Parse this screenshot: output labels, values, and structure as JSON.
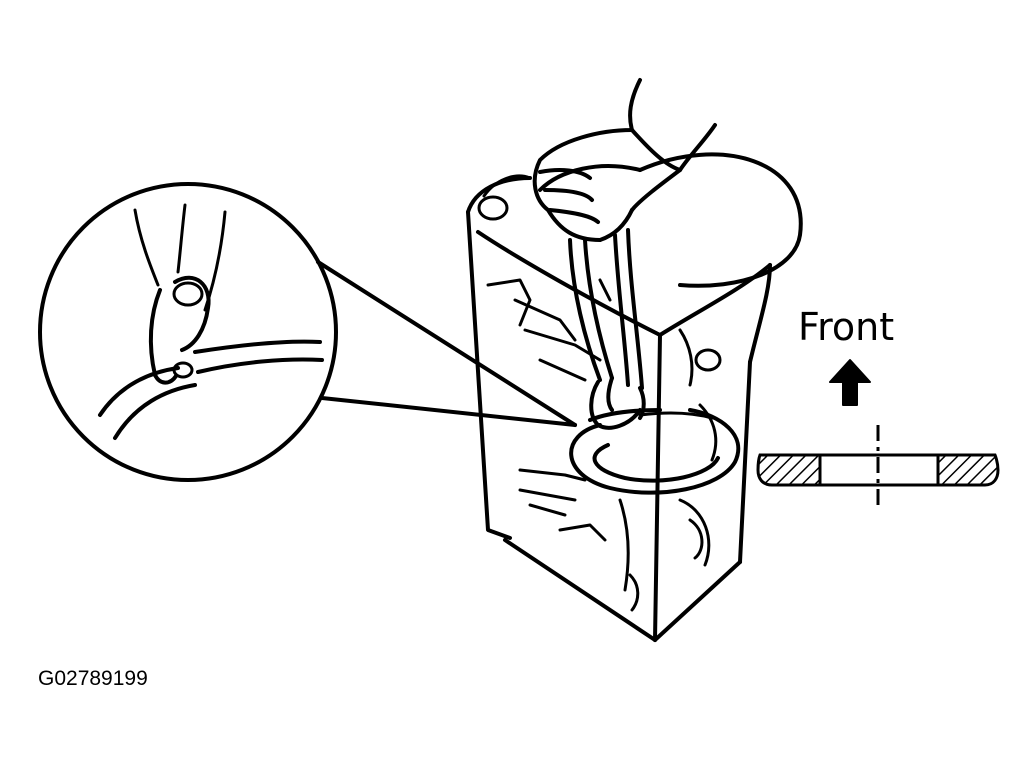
{
  "labels": {
    "front": "Front",
    "figure_code": "G02789199"
  },
  "icons": {
    "direction_arrow": "arrow-up-icon",
    "cross_section": "ring-cross-section"
  },
  "colors": {
    "ink": "#000000",
    "background": "#ffffff"
  }
}
